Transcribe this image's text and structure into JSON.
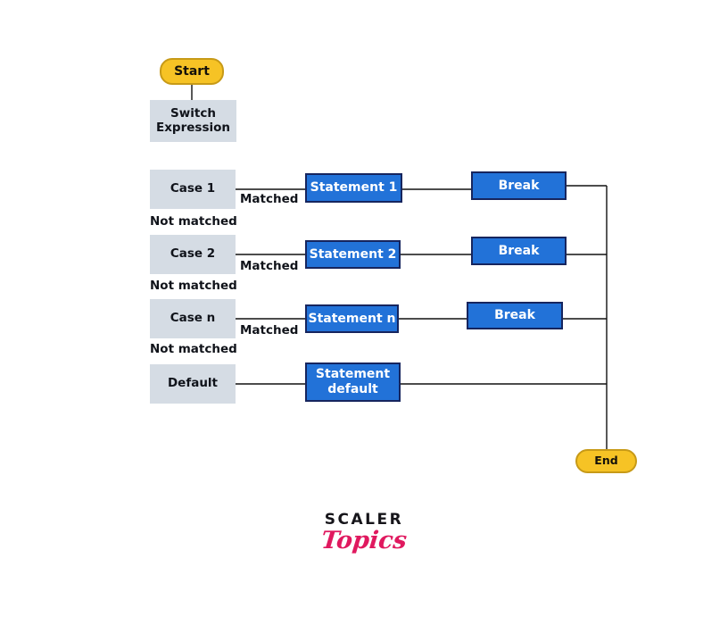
{
  "diagram": {
    "title": "Switch statement flowchart",
    "background_color": "#ffffff",
    "colors": {
      "terminator_fill": "#F6C325",
      "terminator_border": "#C79A17",
      "grey_fill": "#D5DCE4",
      "blue_fill": "#2272D8",
      "blue_border": "#16255E",
      "line": "#111111",
      "text_dark": "#10131A",
      "text_light": "#FFFFFF",
      "logo_pink": "#E0195F"
    },
    "nodes": {
      "start": {
        "label": "Start",
        "shape": "terminator"
      },
      "switch_expression": {
        "label": "Switch\nExpression",
        "line1": "Switch",
        "line2": "Expression",
        "shape": "process"
      },
      "end": {
        "label": "End",
        "shape": "terminator"
      }
    },
    "rows": [
      {
        "case_label": "Case 1",
        "matched_label": "Matched",
        "not_matched_label": "Not matched",
        "statement_label": "Statement 1",
        "break_label": "Break"
      },
      {
        "case_label": "Case 2",
        "matched_label": "Matched",
        "not_matched_label": "Not matched",
        "statement_label": "Statement 2",
        "break_label": "Break"
      },
      {
        "case_label": "Case n",
        "matched_label": "Matched",
        "not_matched_label": "Not matched",
        "statement_label": "Statement n",
        "break_label": "Break"
      },
      {
        "case_label": "Default",
        "matched_label": "",
        "not_matched_label": "",
        "statement_label_line1": "Statement",
        "statement_label_line2": "default",
        "break_label": ""
      }
    ],
    "watermark": {
      "primary": "SCALER",
      "secondary": "Topics"
    }
  }
}
